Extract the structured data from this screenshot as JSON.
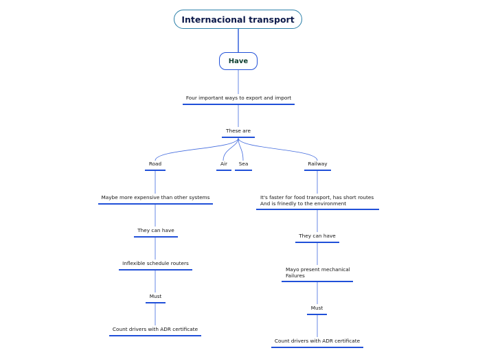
{
  "root": {
    "label": "Internacional transport"
  },
  "main": {
    "label": "Have"
  },
  "nodes": {
    "four_ways": "Four important ways to export and import",
    "these_are": "These are",
    "road": "Road",
    "air": "Air",
    "sea": "Sea",
    "railway": "Railway",
    "road_expensive": "Maybe more expensive than other systems",
    "road_can_have": "They can have",
    "road_inflexible": "Inflexible schedule routers",
    "road_must": "Must",
    "road_drivers": "Count drivers with ADR certificate",
    "rail_faster_line1": "It's faster for food transport, has short routes",
    "rail_faster_line2": "And is frinedly to the environment",
    "rail_can_have": "They can have",
    "rail_mayo_line1": "Mayo present mechanical",
    "rail_mayo_line2": "Failures",
    "rail_must": "Must",
    "rail_drivers": "Count drivers with ADR certificate"
  },
  "colors": {
    "line": "#1f4fd8",
    "root_border": "#2a7fa8"
  }
}
